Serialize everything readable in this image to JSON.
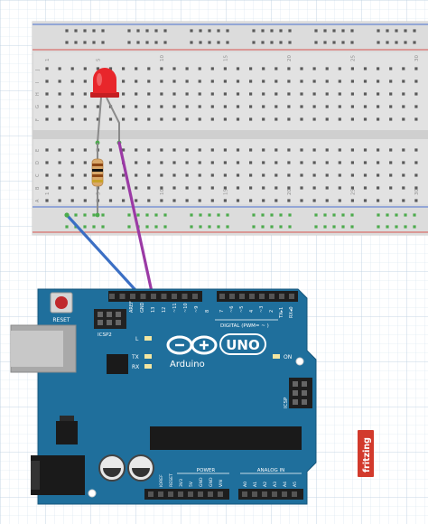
{
  "breadboard": {
    "column_numbers": [
      "1",
      "5",
      "10",
      "15",
      "20",
      "25",
      "30"
    ],
    "row_letters_top": [
      "J",
      "I",
      "H",
      "G",
      "F"
    ],
    "row_letters_bottom": [
      "E",
      "D",
      "C",
      "B",
      "A"
    ]
  },
  "arduino": {
    "reset_label": "RESET",
    "icsp2_label": "ICSP2",
    "icsp_label": "ICSP",
    "logo_text": "Arduino",
    "model_text": "UNO",
    "aref_label": "AREF",
    "gnd_label": "GND",
    "pin13_label": "13",
    "pin12_label": "12",
    "pin11_label": "~11",
    "pin10_label": "~10",
    "pin9_label": "~9",
    "pin8_label": "8",
    "pin7_label": "7",
    "pin6_label": "~6",
    "pin5_label": "~5",
    "pin4_label": "4",
    "pin3_label": "~3",
    "pin2_label": "2",
    "tx_pin_label": "TX▸1",
    "rx_pin_label": "RX◂0",
    "digital_label": "DIGITAL (PWM= ~ )",
    "led_l_label": "L",
    "led_tx_label": "TX",
    "led_rx_label": "RX",
    "on_label": "ON",
    "power_label": "POWER",
    "analog_label": "ANALOG IN",
    "ioref_label": "IOREF",
    "reset_pin_label": "RESET",
    "v33_label": "3V3",
    "v5_label": "5V",
    "gnd1_label": "GND",
    "gnd2_label": "GND",
    "vin_label": "VIN",
    "a0_label": "A0",
    "a1_label": "A1",
    "a2_label": "A2",
    "a3_label": "A3",
    "a4_label": "A4",
    "a5_label": "A5"
  },
  "colors": {
    "board": "#1f6f9c",
    "wire_gnd": "#3b6fc4",
    "wire_signal": "#9b3aa5",
    "led": "#e8262b",
    "breadboard": "#e6e6e6",
    "rail_red": "#d9534f",
    "rail_blue": "#4a6fd0",
    "rail_hole": "#4cab4c"
  },
  "watermark": {
    "text": "fritzing",
    "color": "#d23a2c"
  }
}
